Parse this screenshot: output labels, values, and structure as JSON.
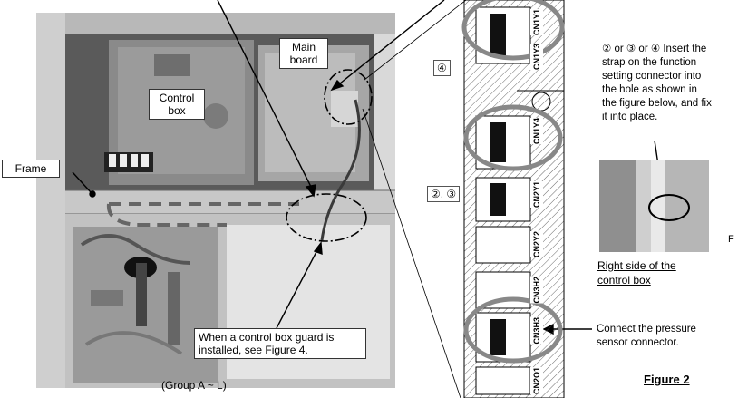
{
  "labels": {
    "main_board_line1": "Main",
    "main_board_line2": "board",
    "control_box_line1": "Control",
    "control_box_line2": "box",
    "frame": "Frame",
    "guard_note_line1": "When a control box guard is",
    "guard_note_line2": "installed, see Figure 4.",
    "group": "(Group A ~ L)",
    "step4_badge": "④",
    "step23_badge": "②, ③",
    "instr_line1": "② or ③ or ④ Insert the",
    "instr_line2": "strap on the function",
    "instr_line3": "setting connector into",
    "instr_line4": "the hole as shown in",
    "instr_line5": "the figure below, and fix",
    "instr_line6": "it into place.",
    "right_side_line1": "Right side of the",
    "right_side_line2": "control box",
    "pressure_line1": "Connect the pressure",
    "pressure_line2": "sensor connector.",
    "figure_title": "Figure 2",
    "cut_letter": "F"
  },
  "connectors": [
    "CN1Y1",
    "CN1Y3",
    "CN1Y4",
    "CN2Y1",
    "CN2Y2",
    "CN3H2",
    "CN3H3",
    "CN2O1"
  ]
}
